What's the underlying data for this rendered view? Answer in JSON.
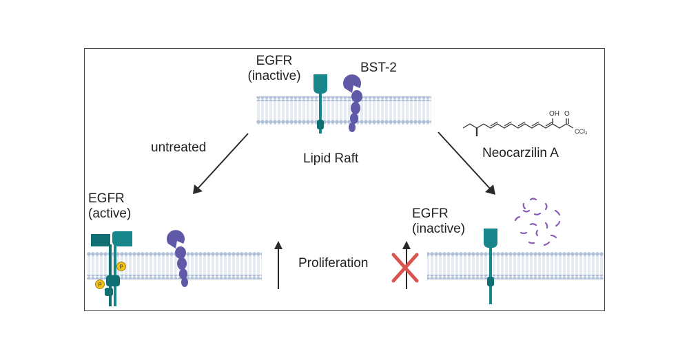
{
  "labels": {
    "egfr_top": "EGFR",
    "egfr_top_state": "(inactive)",
    "bst2": "BST-2",
    "lipid_raft": "Lipid Raft",
    "untreated": "untreated",
    "compound_name": "Neocarzilin A",
    "egfr_left": "EGFR",
    "egfr_left_state": "(active)",
    "egfr_right": "EGFR",
    "egfr_right_state": "(inactive)",
    "proliferation": "Proliferation"
  },
  "chemistry": {
    "hydroxyl": "OH",
    "carbonyl": "O",
    "trichloromethyl": "CCl₃"
  },
  "phospho_mark": "P",
  "colors": {
    "egfr": "#17868b",
    "egfr_dark": "#0f6f73",
    "bst2": "#6059a8",
    "membrane_head": "#aebfd6",
    "membrane_tail": "#c9d5e4",
    "phospho": "#f2c21a",
    "cross": "#d9534f",
    "arrow": "#2a2a2a",
    "fragments": "#8a5bb8"
  }
}
